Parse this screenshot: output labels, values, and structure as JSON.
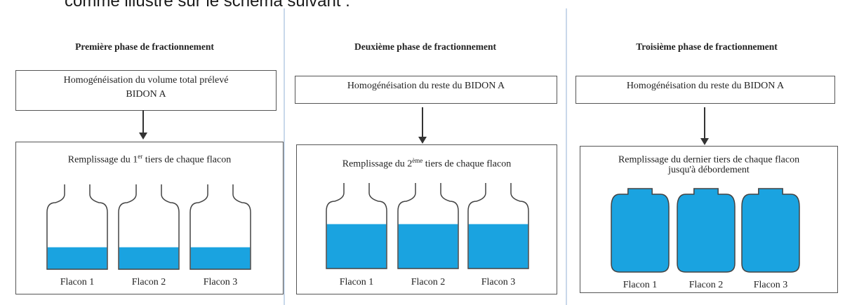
{
  "header_text": "comme illustré sur le schéma suivant :",
  "colors": {
    "liquid": "#1aa3e0",
    "outline": "#444444"
  },
  "panels": [
    {
      "title": "Première  phase de fractionnement",
      "step_line1": "Homogénéisation du volume total prélevé",
      "step_line2": "BIDON A",
      "fill_pre": "Remplissage du 1",
      "fill_sup": "er",
      "fill_post": " tiers de chaque flacon",
      "fill_line2": "",
      "fill_level": 0.33,
      "flasks": [
        "Flacon 1",
        "Flacon 2",
        "Flacon 3"
      ]
    },
    {
      "title": "Deuxième  phase de fractionnement",
      "step_line1": "Homogénéisation du reste du BIDON A",
      "step_line2": "",
      "fill_pre": "Remplissage du 2",
      "fill_sup": "ème",
      "fill_post": " tiers de chaque flacon",
      "fill_line2": "",
      "fill_level": 0.66,
      "flasks": [
        "Flacon 1",
        "Flacon 2",
        "Flacon 3"
      ]
    },
    {
      "title": "Troisième  phase de fractionnement",
      "step_line1": "Homogénéisation du reste du BIDON A",
      "step_line2": "",
      "fill_pre": "Remplissage du dernier tiers de chaque flacon",
      "fill_sup": "",
      "fill_post": "",
      "fill_line2": "jusqu'à débordement",
      "fill_level": 1.0,
      "flasks": [
        "Flacon 1",
        "Flacon 2",
        "Flacon 3"
      ]
    }
  ]
}
